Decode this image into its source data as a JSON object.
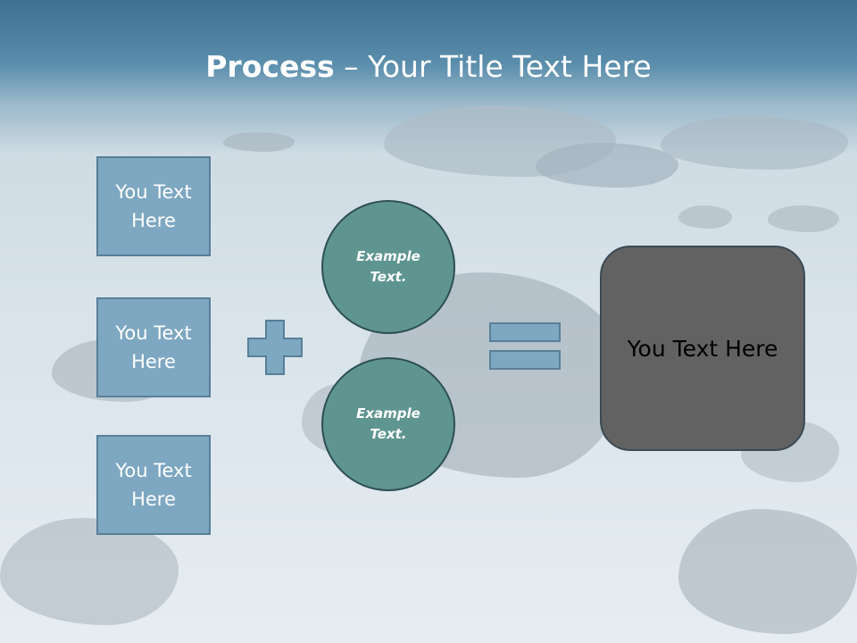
{
  "slide": {
    "title_bold": "Process",
    "title_rest": " – Your Title Text Here",
    "boxes": [
      {
        "label": "You Text Here"
      },
      {
        "label": "You Text Here"
      },
      {
        "label": "You Text Here"
      }
    ],
    "circles": [
      {
        "label": "Example Text."
      },
      {
        "label": "Example Text."
      }
    ],
    "result_label": "You Text Here"
  },
  "icons": {
    "operator_1": "plus-icon",
    "operator_2": "equals-icon"
  },
  "colors": {
    "header": "#3f7090",
    "box_fill": "#7ea7c1",
    "box_border": "#587f99",
    "circle_fill": "#5f9590",
    "circle_border": "#2d4f56",
    "result_fill": "#626262",
    "operator_fill": "#7ea7c1"
  }
}
